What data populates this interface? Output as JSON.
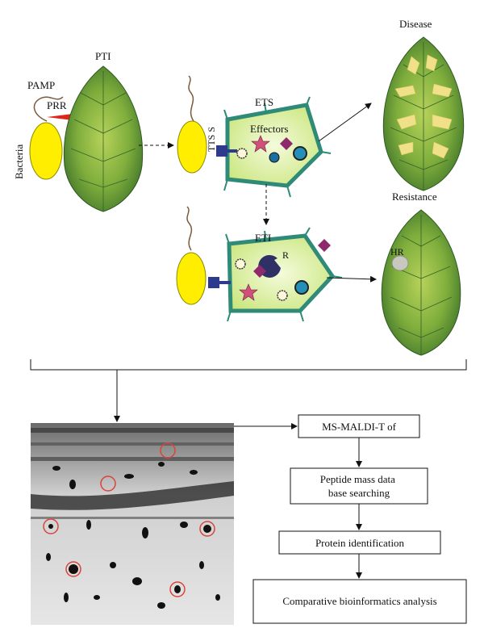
{
  "labels": {
    "pti": "PTI",
    "pamp": "PAMP",
    "prr": "PRR",
    "bacteria": "Bacteria",
    "tts": "TTS S",
    "ets": "ETS",
    "effectors": "Effectors",
    "eti": "ETI",
    "r": "R",
    "disease": "Disease",
    "resistance": "Resistance",
    "hr": "HR"
  },
  "workflow": {
    "steps": [
      "MS-MALDI-T of",
      "Peptide mass data base searching",
      "Protein identification",
      "Comparative bioinformatics analysis"
    ]
  },
  "colors": {
    "leaf_light": "#a9c84a",
    "leaf_dark": "#3f7a2c",
    "bacteria": "#ffee00",
    "cell_fill": "#d7ef8f",
    "cell_border": "#2f8a78",
    "prr": "#e0241b",
    "gel_circle": "#d9443a",
    "disease_lesion": "#f0e08a",
    "hr_spot": "#c8c8c0"
  }
}
